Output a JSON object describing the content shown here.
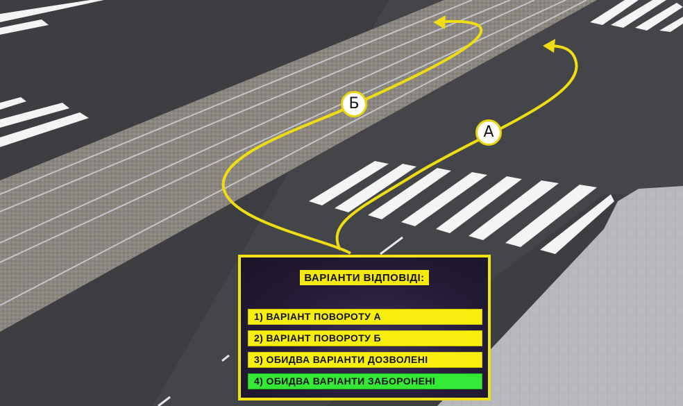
{
  "scene": {
    "route_labels": {
      "a": "А",
      "b": "Б"
    },
    "colors": {
      "road": "#3c3d40",
      "tram_track_bed": "#8a8580",
      "sidewalk": "#b5b7ba",
      "route_line": "#f0dc12",
      "crosswalk": "#ffffff"
    }
  },
  "answers": {
    "title": "ВАРІАНТИ ВІДПОВІДІ:",
    "options": [
      {
        "label": "1) ВАРІАНТ ПОВОРОТУ А",
        "highlight": "yellow"
      },
      {
        "label": "2) ВАРІАНТ ПОВОРОТУ Б",
        "highlight": "yellow"
      },
      {
        "label": "3) ОБИДВА ВАРІАНТИ ДОЗВОЛЕНІ",
        "highlight": "yellow"
      },
      {
        "label": "4) ОБИДВА ВАРІАНТИ ЗАБОРОНЕНІ",
        "highlight": "green"
      }
    ]
  }
}
